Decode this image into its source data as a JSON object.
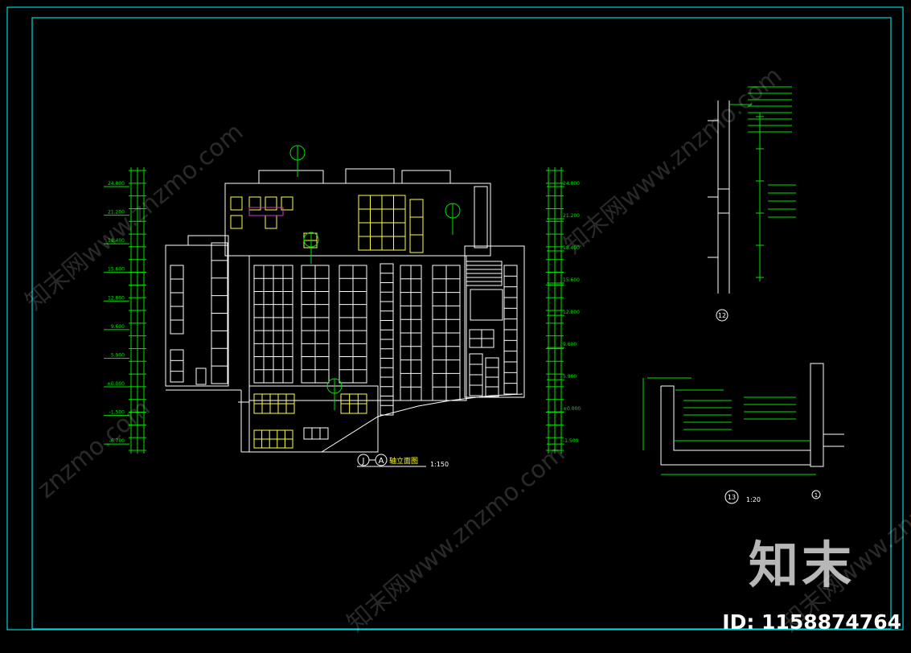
{
  "drawing": {
    "main_view": {
      "grid_circle_1": "J",
      "grid_circle_2": "A",
      "title": "轴立面图",
      "scale": "1:150"
    },
    "detail_12": {
      "number": "12"
    },
    "detail_13": {
      "number": "13",
      "scale": "1:20",
      "axis_tag": "1"
    },
    "left_elevations": [
      "24.800",
      "21.200",
      "18.400",
      "15.600",
      "12.800",
      "9.600",
      "5.900",
      "±0.000",
      "-1.500",
      "-6.700"
    ],
    "right_elevations": [
      "24.800",
      "21.200",
      "18.400",
      "15.600",
      "12.800",
      "9.600",
      "5.900",
      "±0.000",
      "-1.500"
    ],
    "colors": {
      "background": "#000000",
      "frame": "#00d8d8",
      "dimension": "#00e000",
      "outline": "#ffffff",
      "accent": "#ffff40",
      "highlight": "#c040c0"
    }
  },
  "watermark": {
    "text": "知末网www.znzmo.com",
    "site": "znzmo.com"
  },
  "branding": {
    "logo": "知末",
    "id_label": "ID: 1158874764"
  }
}
